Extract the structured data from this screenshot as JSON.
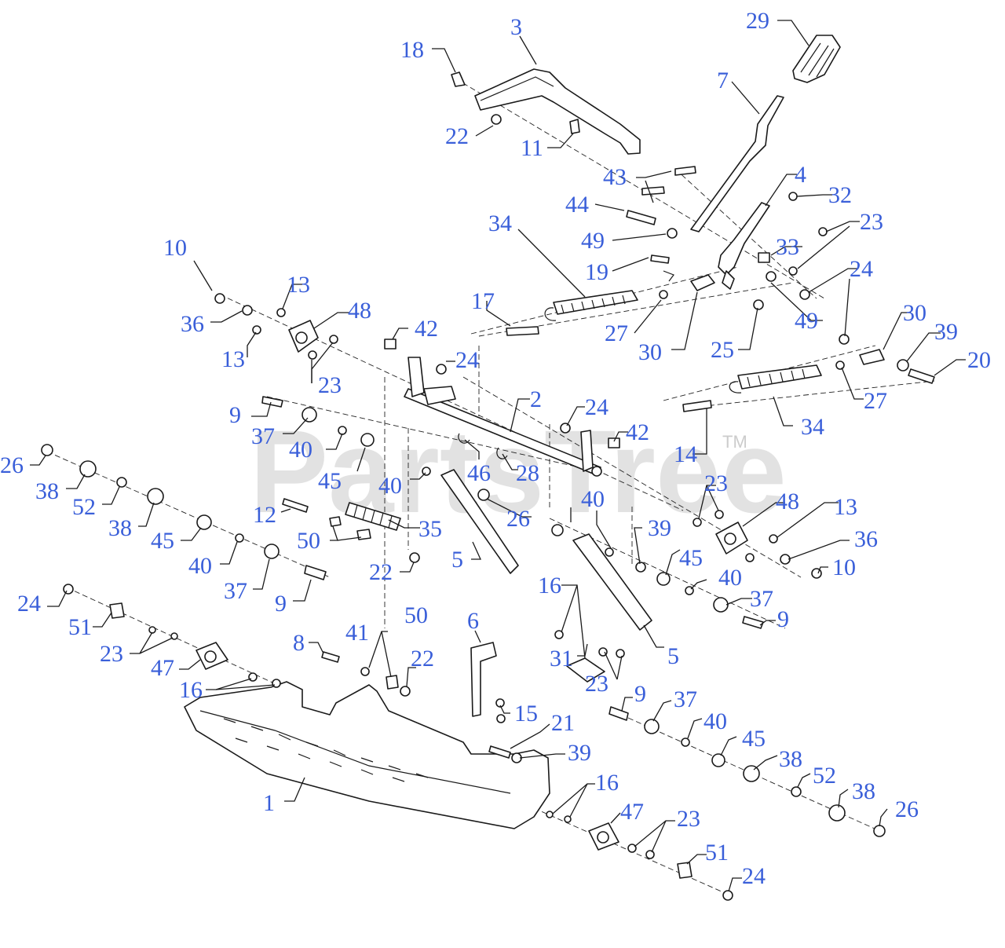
{
  "watermark": {
    "text": "PartsTree",
    "trademark": "TM"
  },
  "colors": {
    "callout": "#3a5fd9",
    "line": "#1a1a1a",
    "watermark": "#d8d8d8"
  },
  "callouts": [
    "3",
    "18",
    "22",
    "11",
    "29",
    "7",
    "43",
    "4",
    "32",
    "23",
    "44",
    "34",
    "49",
    "33",
    "19",
    "17",
    "27",
    "30",
    "25",
    "24",
    "10",
    "13",
    "36",
    "48",
    "42",
    "39",
    "20",
    "9",
    "2",
    "37",
    "40",
    "45",
    "46",
    "28",
    "26",
    "38",
    "52",
    "12",
    "50",
    "35",
    "5",
    "14",
    "16",
    "31",
    "6",
    "41",
    "8",
    "47",
    "51",
    "1",
    "15",
    "21"
  ]
}
